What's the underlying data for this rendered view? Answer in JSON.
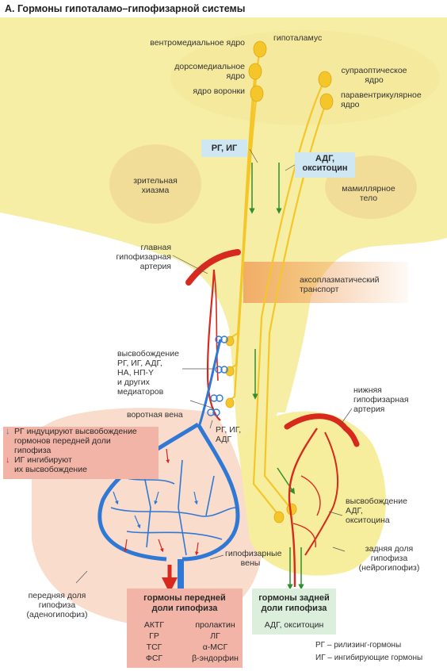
{
  "title": "А. Гормоны гипоталамо–гипофизарной системы",
  "labels": {
    "hypothalamus": "гипоталамус",
    "ventromedial": "вентромедиальное ядро",
    "dorsomedial": "дорсомедиальное ядро",
    "arcuate": "ядро воронки",
    "supraoptic": "супраоптическое ядро",
    "paraventricular": "паравентрикулярное ядро",
    "chiasm": "зрительная хиазма",
    "mammillary": "мамиллярное тело",
    "main_artery": "главная гипофизарная артерия",
    "axoplasmic": "аксоплазматический транспорт",
    "release_mediators": [
      "высвобождение",
      "РГ, ИГ, АДГ,",
      "НА, НП-Y",
      "и других",
      "медиаторов"
    ],
    "portal_vein": "воротная вена",
    "rg_ig_adg": [
      "РГ, ИГ,",
      "АДГ"
    ],
    "lower_artery": "нижняя гипофизарная артерия",
    "release_adh": [
      "высвобождение",
      "АДГ,",
      "окситоцина"
    ],
    "posterior_lobe": [
      "задняя доля",
      "гипофиза",
      "(нейрогипофиз)"
    ],
    "hypophyseal_veins": [
      "гипофизарные",
      "вены"
    ],
    "anterior_lobe": [
      "передняя доля",
      "гипофиза",
      "(аденогипофиз)"
    ]
  },
  "boxes": {
    "rg_ig": "РГ, ИГ",
    "adh_oxytocin": [
      "АДГ,",
      "окситоцин"
    ],
    "legend_lines": [
      "РГ индуцируют высвобождение",
      "гормонов передней доли",
      "гипофиза",
      "ИГ ингибируют",
      "их высвобождение"
    ],
    "anterior_header": [
      "гормоны передней",
      "доли гипофиза"
    ],
    "anterior_hormones": [
      "АКТГ",
      "пролактин",
      "ГР",
      "ЛГ",
      "ТСГ",
      "α-МСГ",
      "ФСГ",
      "β-эндорфин"
    ],
    "posterior_header": [
      "гормоны задней",
      "доли гипофиза"
    ],
    "posterior_hormones": "АДГ, окситоцин"
  },
  "footnote": {
    "rg": "РГ  – рилизинг-гормоны",
    "ig": "ИГ  – ингибирующие гормоны"
  },
  "colors": {
    "hypothalamus_fill": "#f7eea6",
    "structure_fill": "#f1dd97",
    "anterior_fill": "#f9dccb",
    "posterior_fill": "#f6ee9c",
    "neuron_yellow": "#f5c62a",
    "artery_red": "#d8291f",
    "vein_blue": "#2f78d6",
    "green_arrow": "#2f8f2f",
    "box_blue": "#cfe6f3",
    "box_pink": "#f2b4a6",
    "box_green": "#dcefdc",
    "box_orange": "#f2c08a"
  }
}
